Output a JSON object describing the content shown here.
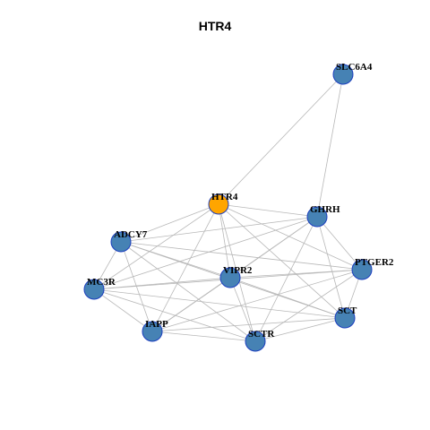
{
  "title": "HTR4",
  "colors": {
    "focus_node": "#FFA500",
    "node": "#4682B4",
    "node_border": "#1C3FBF",
    "edge": "#B8B8B8"
  },
  "nodes": [
    {
      "id": "SLC6A4",
      "label": "SLC6A4",
      "focus": false
    },
    {
      "id": "HTR4",
      "label": "HTR4",
      "focus": true
    },
    {
      "id": "GHRH",
      "label": "GHRH",
      "focus": false
    },
    {
      "id": "ADCY7",
      "label": "ADCY7",
      "focus": false
    },
    {
      "id": "PTGER2",
      "label": "PTGER2",
      "focus": false
    },
    {
      "id": "VIPR2",
      "label": "VIPR2",
      "focus": false
    },
    {
      "id": "MC3R",
      "label": "MC3R",
      "focus": false
    },
    {
      "id": "SCT",
      "label": "SCT",
      "focus": false
    },
    {
      "id": "IAPP",
      "label": "IAPP",
      "focus": false
    },
    {
      "id": "SCTR",
      "label": "SCTR",
      "focus": false
    }
  ],
  "edges": [
    [
      "SLC6A4",
      "HTR4"
    ],
    [
      "SLC6A4",
      "GHRH"
    ],
    [
      "HTR4",
      "GHRH"
    ],
    [
      "HTR4",
      "ADCY7"
    ],
    [
      "HTR4",
      "PTGER2"
    ],
    [
      "HTR4",
      "VIPR2"
    ],
    [
      "HTR4",
      "MC3R"
    ],
    [
      "HTR4",
      "SCT"
    ],
    [
      "HTR4",
      "IAPP"
    ],
    [
      "HTR4",
      "SCTR"
    ],
    [
      "GHRH",
      "ADCY7"
    ],
    [
      "GHRH",
      "PTGER2"
    ],
    [
      "GHRH",
      "VIPR2"
    ],
    [
      "GHRH",
      "MC3R"
    ],
    [
      "GHRH",
      "SCT"
    ],
    [
      "GHRH",
      "IAPP"
    ],
    [
      "GHRH",
      "SCTR"
    ],
    [
      "ADCY7",
      "PTGER2"
    ],
    [
      "ADCY7",
      "VIPR2"
    ],
    [
      "ADCY7",
      "MC3R"
    ],
    [
      "ADCY7",
      "SCT"
    ],
    [
      "ADCY7",
      "IAPP"
    ],
    [
      "ADCY7",
      "SCTR"
    ],
    [
      "PTGER2",
      "VIPR2"
    ],
    [
      "PTGER2",
      "MC3R"
    ],
    [
      "PTGER2",
      "SCT"
    ],
    [
      "PTGER2",
      "IAPP"
    ],
    [
      "PTGER2",
      "SCTR"
    ],
    [
      "VIPR2",
      "MC3R"
    ],
    [
      "VIPR2",
      "SCT"
    ],
    [
      "VIPR2",
      "IAPP"
    ],
    [
      "VIPR2",
      "SCTR"
    ],
    [
      "MC3R",
      "SCT"
    ],
    [
      "MC3R",
      "IAPP"
    ],
    [
      "MC3R",
      "SCTR"
    ],
    [
      "SCT",
      "IAPP"
    ],
    [
      "SCT",
      "SCTR"
    ],
    [
      "IAPP",
      "SCTR"
    ]
  ]
}
